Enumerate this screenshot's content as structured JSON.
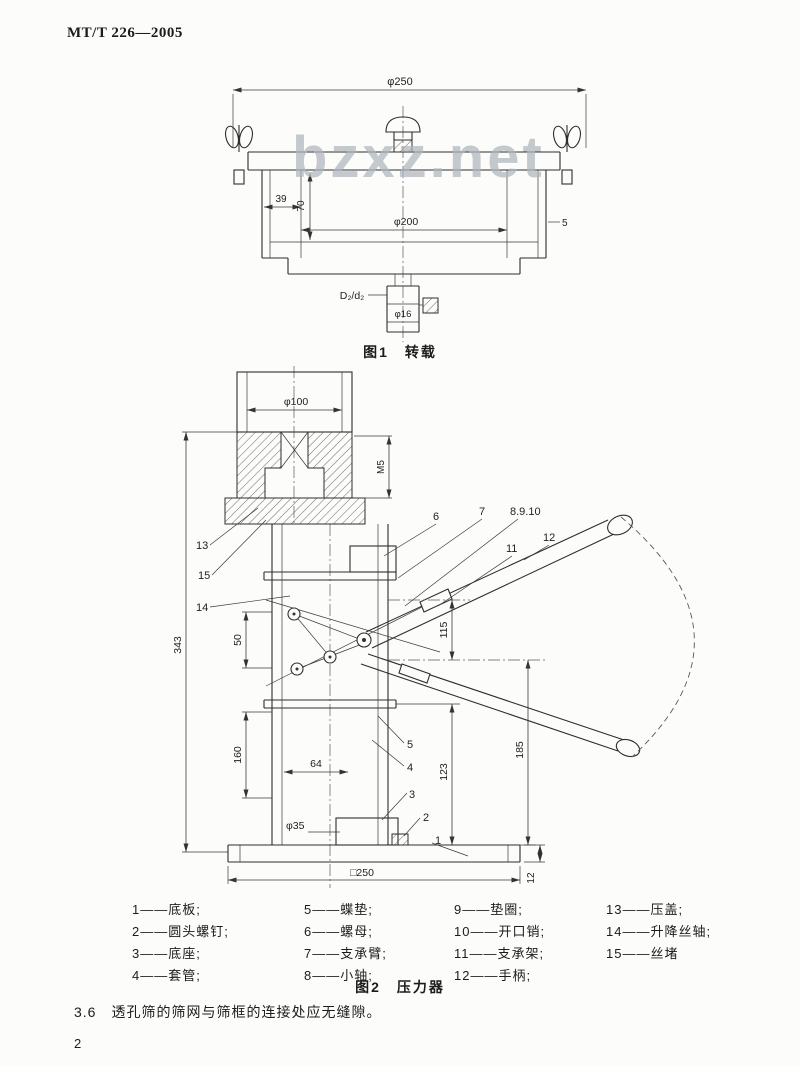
{
  "header": {
    "doc_code": "MT/T 226—2005"
  },
  "watermark": {
    "text": "bzxz.net"
  },
  "figure1": {
    "caption": "图1　转载",
    "dims": {
      "phi250": "φ250",
      "n39": "39",
      "n70": "70",
      "phi200": "φ200",
      "n5": "5",
      "ratio": "D₂/d₂",
      "phi16": "φ16"
    }
  },
  "figure2": {
    "caption": "图2　压力器",
    "dims": {
      "phi100": "φ100",
      "m5": "M5",
      "n343": "343",
      "n50": "50",
      "n160": "160",
      "n64": "64",
      "phi35": "φ35",
      "n115": "115",
      "n185": "185",
      "n123": "123",
      "n12": "12",
      "sq250": "□250"
    },
    "labels": {
      "n1": "1",
      "n2": "2",
      "n3": "3",
      "n4": "4",
      "n5": "5",
      "n6": "6",
      "n7": "7",
      "n8910": "8.9.10",
      "n11": "11",
      "n12": "12",
      "n13": "13",
      "n14": "14",
      "n15": "15"
    }
  },
  "parts": {
    "items": [
      "1——底板;",
      "2——圆头螺钉;",
      "3——底座;",
      "4——套管;",
      "5——蝶垫;",
      "6——螺母;",
      "7——支承臂;",
      "8——小轴;",
      "9——垫圈;",
      "10——开口销;",
      "11——支承架;",
      "12——手柄;",
      "13——压盖;",
      "14——升降丝轴;",
      "15——丝堵"
    ]
  },
  "body": {
    "clause_3_6": "3.6　透孔筛的筛网与筛框的连接处应无缝隙。",
    "page_number": "2"
  }
}
